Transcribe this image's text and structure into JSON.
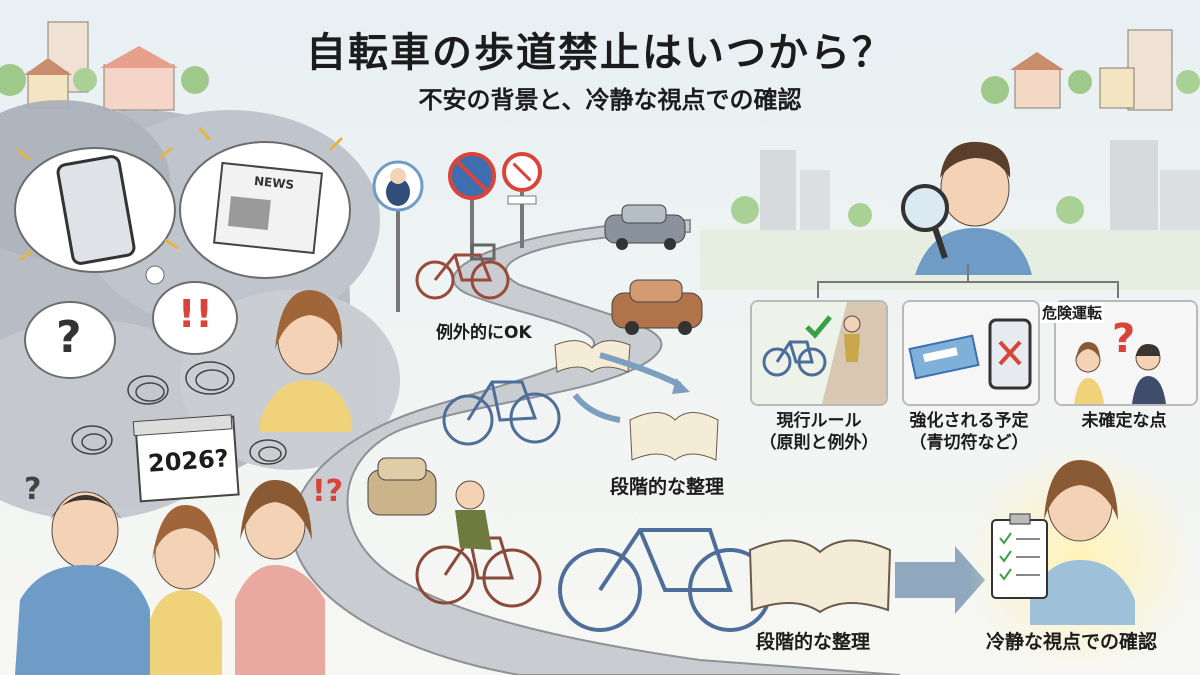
{
  "title": "自転車の歩道禁止はいつから？",
  "subtitle": "不安の背景と、冷静な視点での確認",
  "left": {
    "news_text": "NEWS",
    "exclaim": "!!",
    "question": "?",
    "calendar_year": "2026?",
    "q_small": "?",
    "exq": "!?"
  },
  "road": {
    "exception_label": "例外的にOK",
    "stage_label_1": "段階的な整理",
    "stage_label_2": "段階的な整理"
  },
  "right": {
    "danger_label": "危険運転",
    "panels": [
      {
        "line1": "現行ルール",
        "line2": "（原則と例外）"
      },
      {
        "line1": "強化される予定",
        "line2": "（青切符など）"
      },
      {
        "line1": "未確定な点",
        "line2": ""
      }
    ],
    "final_label": "冷静な視点での確認"
  },
  "colors": {
    "sky": "#dde9ef",
    "road": "#c9ccd0",
    "accent_blue": "#6f9cc6",
    "anxiety_cloud": "#a8aeb8",
    "check_green": "#3aa04a",
    "cross_red": "#d9443a",
    "glow_yellow": "#fbe9a0"
  }
}
